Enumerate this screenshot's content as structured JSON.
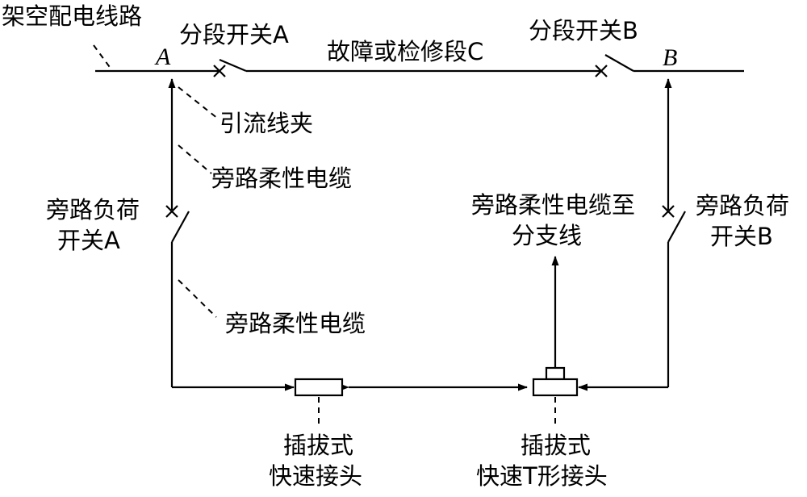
{
  "labels": {
    "overhead_line": "架空配电线路",
    "switch_a": "分段开关A",
    "switch_b": "分段开关B",
    "fault_section": "故障或检修段C",
    "node_a": "A",
    "node_b": "B",
    "clamp": "引流线夹",
    "bypass_cable_upper": "旁路柔性电缆",
    "bypass_cable_lower": "旁路柔性电缆",
    "load_switch_a_line1": "旁路负荷",
    "load_switch_a_line2": "开关A",
    "load_switch_b_line1": "旁路负荷",
    "load_switch_b_line2": "开关B",
    "branch_cable_line1": "旁路柔性电缆至",
    "branch_cable_line2": "分支线",
    "connector_line1": "插拔式",
    "connector_line2": "快速接头",
    "t_connector_line1": "插拔式",
    "t_connector_line2": "快速T形接头"
  }
}
